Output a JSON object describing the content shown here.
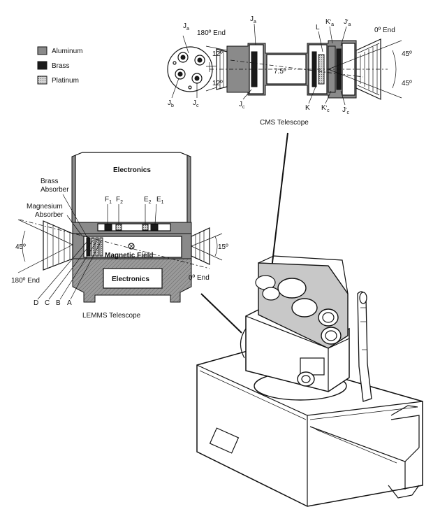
{
  "legend": {
    "items": [
      {
        "label": "Aluminum",
        "color": "#8a8a8a"
      },
      {
        "label": "Brass",
        "color": "#1a1a1a"
      },
      {
        "label": "Platinum",
        "color": "#bdbdbd"
      }
    ]
  },
  "cms": {
    "caption": "CMS Telescope",
    "end_180": "180º End",
    "end_0": "0º End",
    "angle_top": "12º",
    "angle_bottom": "12º",
    "angle_center": "7.5º",
    "angle_right_top": "45º",
    "angle_right_bottom": "45º",
    "labels": {
      "ja": "J",
      "ja_sub": "a",
      "jb": "J",
      "jb_sub": "b",
      "jc": "J",
      "jc_sub": "c",
      "ja2": "J",
      "ja2_sub": "a",
      "jc2": "J",
      "jc2_sub": "c",
      "L": "L",
      "K": "K",
      "Kpa": "K",
      "Kpa_sub": "a",
      "Jpa": "J",
      "Jpa_sub": "a",
      "Kpc": "K",
      "Kpc_sub": "c",
      "Jpc": "J",
      "Jpc_sub": "c"
    }
  },
  "lemms": {
    "caption": "LEMMS Telescope",
    "electronics_top": "Electronics",
    "electronics_bottom": "Electronics",
    "magnetic_field": "Magnetic Field",
    "brass_absorber_1": "Brass",
    "brass_absorber_2": "Absorber",
    "mag_absorber_1": "Magnesium",
    "mag_absorber_2": "Absorber",
    "end_180": "180º End",
    "end_0": "0º End",
    "angle_left": "45º",
    "angle_right": "15º",
    "detectors": {
      "F1": "F",
      "F1_sub": "1",
      "F2": "F",
      "F2_sub": "2",
      "E2": "E",
      "E2_sub": "2",
      "E1": "E",
      "E1_sub": "1",
      "D": "D",
      "C": "C",
      "B": "B",
      "A": "A"
    }
  }
}
